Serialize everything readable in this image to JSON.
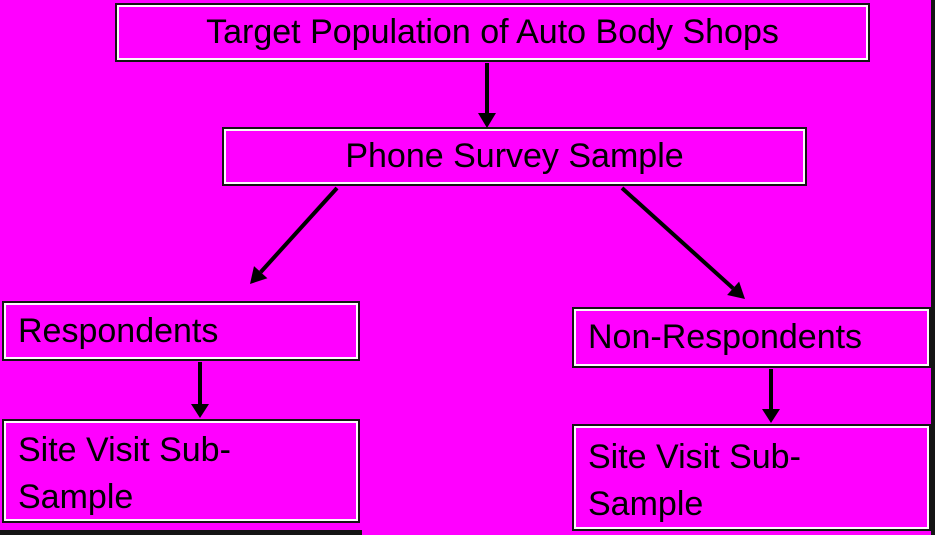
{
  "diagram": {
    "title": "Auto body shop survey sampling flowchart",
    "colors": {
      "background": "#ff00ff",
      "box_fill": "#ff00ff",
      "box_border": "#141414",
      "box_inner_line": "#fafafa",
      "arrow": "#000000",
      "text": "#000000"
    },
    "nodes": {
      "target_population": {
        "label": "Target Population of Auto Body Shops"
      },
      "phone_survey": {
        "label": "Phone Survey Sample"
      },
      "respondents": {
        "label": "Respondents"
      },
      "non_respondents": {
        "label": "Non-Respondents"
      },
      "site_visit_respondents": {
        "label": "Site Visit Sub-Sample"
      },
      "site_visit_non_respondents": {
        "label": "Site Visit Sub-Sample"
      }
    },
    "edges": [
      {
        "from": "target_population",
        "to": "phone_survey"
      },
      {
        "from": "phone_survey",
        "to": "respondents"
      },
      {
        "from": "phone_survey",
        "to": "non_respondents"
      },
      {
        "from": "respondents",
        "to": "site_visit_respondents"
      },
      {
        "from": "non_respondents",
        "to": "site_visit_non_respondents"
      }
    ]
  }
}
